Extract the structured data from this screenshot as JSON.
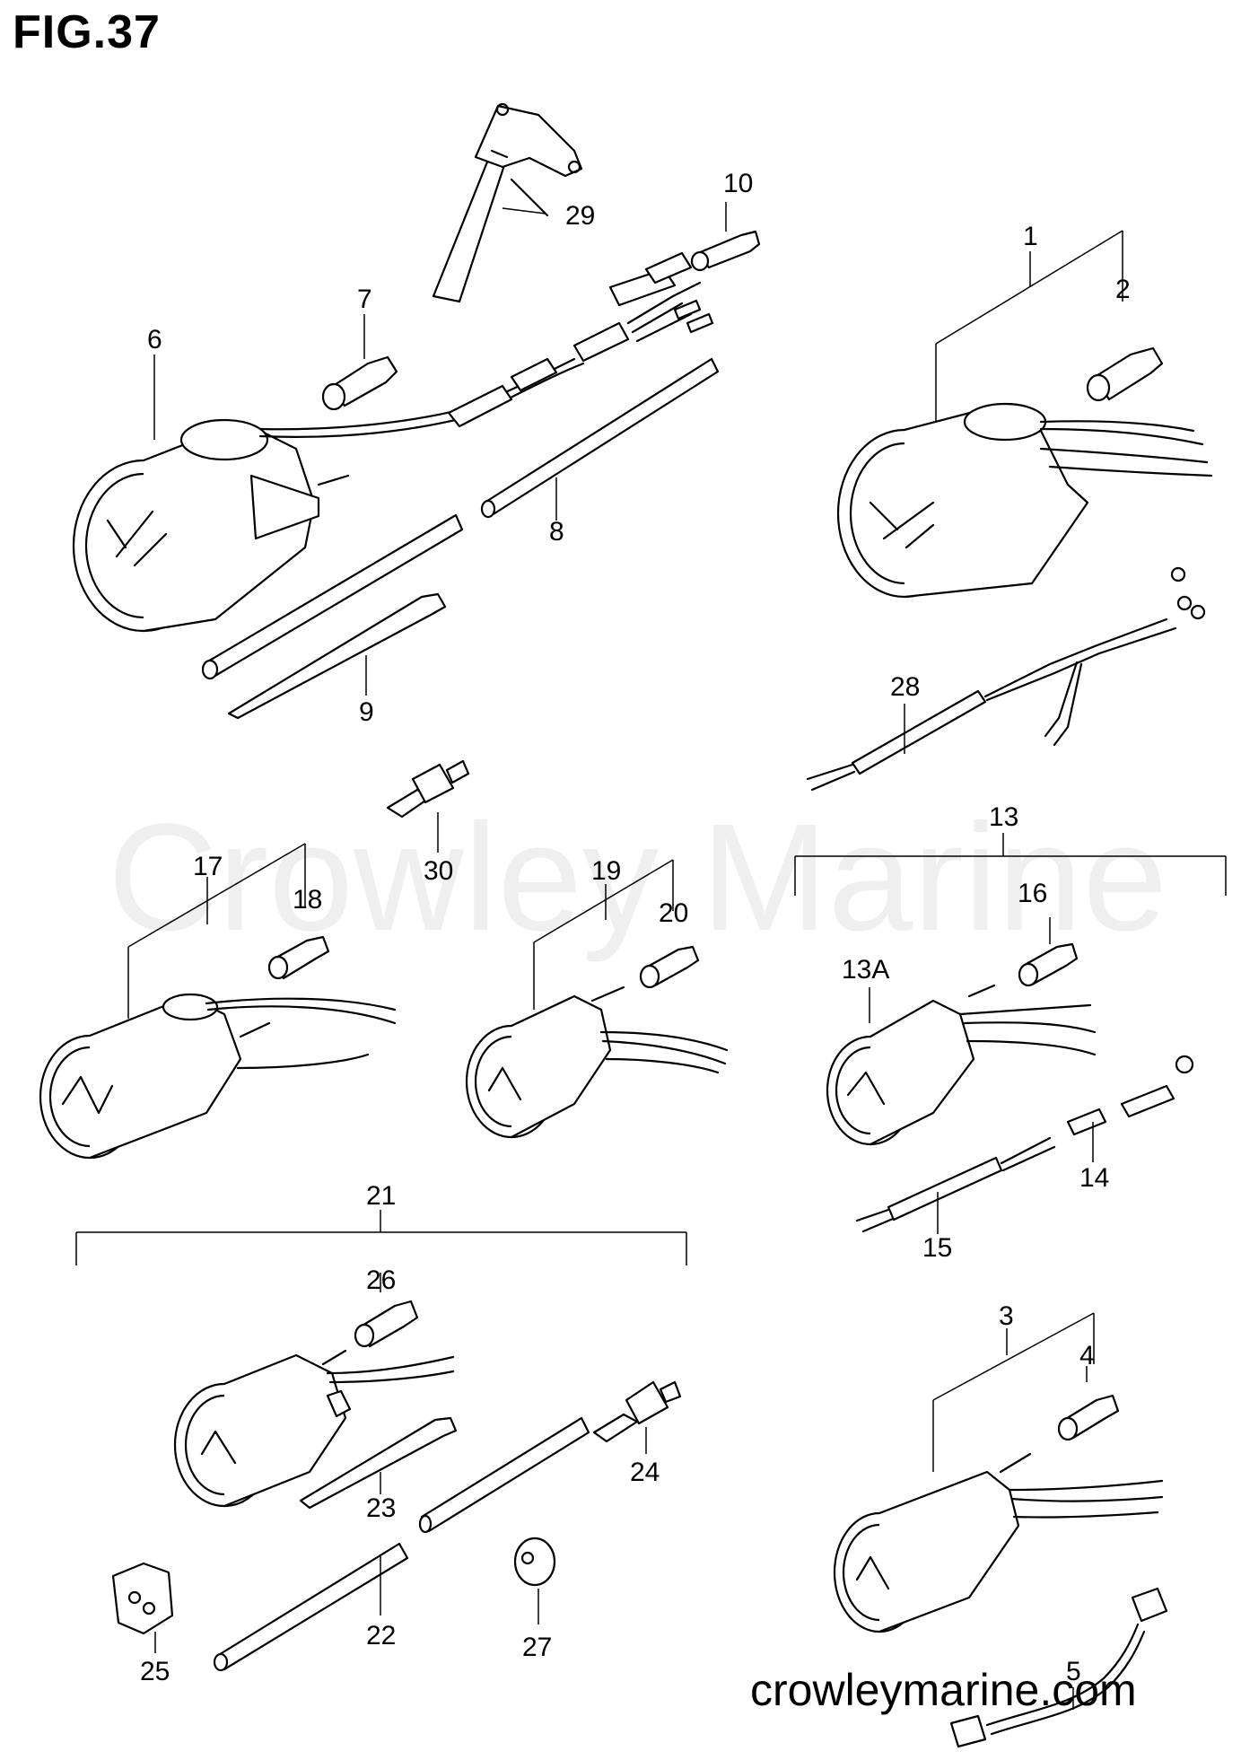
{
  "figure": {
    "title": "FIG.37",
    "watermark": "Crowley Marine",
    "website": "crowleymarine.com"
  },
  "callouts": [
    "1",
    "2",
    "3",
    "4",
    "5",
    "6",
    "7",
    "8",
    "9",
    "10",
    "13",
    "13A",
    "14",
    "15",
    "16",
    "17",
    "18",
    "19",
    "20",
    "21",
    "22",
    "23",
    "24",
    "25",
    "26",
    "27",
    "28",
    "29",
    "30"
  ],
  "icons": {
    "gauge": "gauge-icon",
    "bulb": "bulb-socket-icon",
    "wire_harness": "wire-harness-icon",
    "hose": "hose-icon",
    "cable_tie": "cable-tie-icon",
    "fitting": "hose-fitting-icon",
    "grommet": "grommet-icon",
    "washer": "washer-icon",
    "sensor": "sender-icon"
  }
}
